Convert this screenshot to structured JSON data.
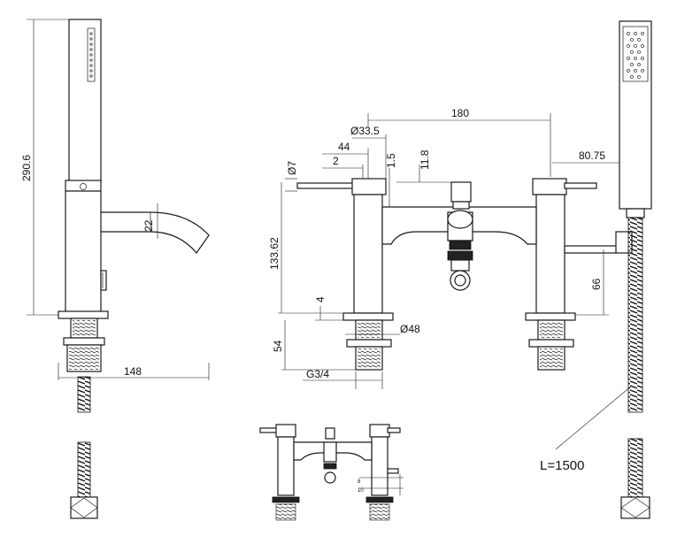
{
  "dimensions": {
    "overall_height": "290.6",
    "spout_tube": "22",
    "reach": "148",
    "handle_dia": "Ø7",
    "height_133": "133.62",
    "dim_4": "4",
    "dim_54": "54",
    "thread": "G3/4",
    "base_dia": "Ø48",
    "pipe_dia": "Ø33.5",
    "dim_44": "44",
    "dim_2": "2",
    "dim_1_5": "1.5",
    "dim_11_8": "11.8",
    "centres": "180",
    "offset_80": "80.75",
    "holder_66": "66",
    "hose_length": "L=1500",
    "mini_8": "8",
    "mini_10": "10"
  }
}
